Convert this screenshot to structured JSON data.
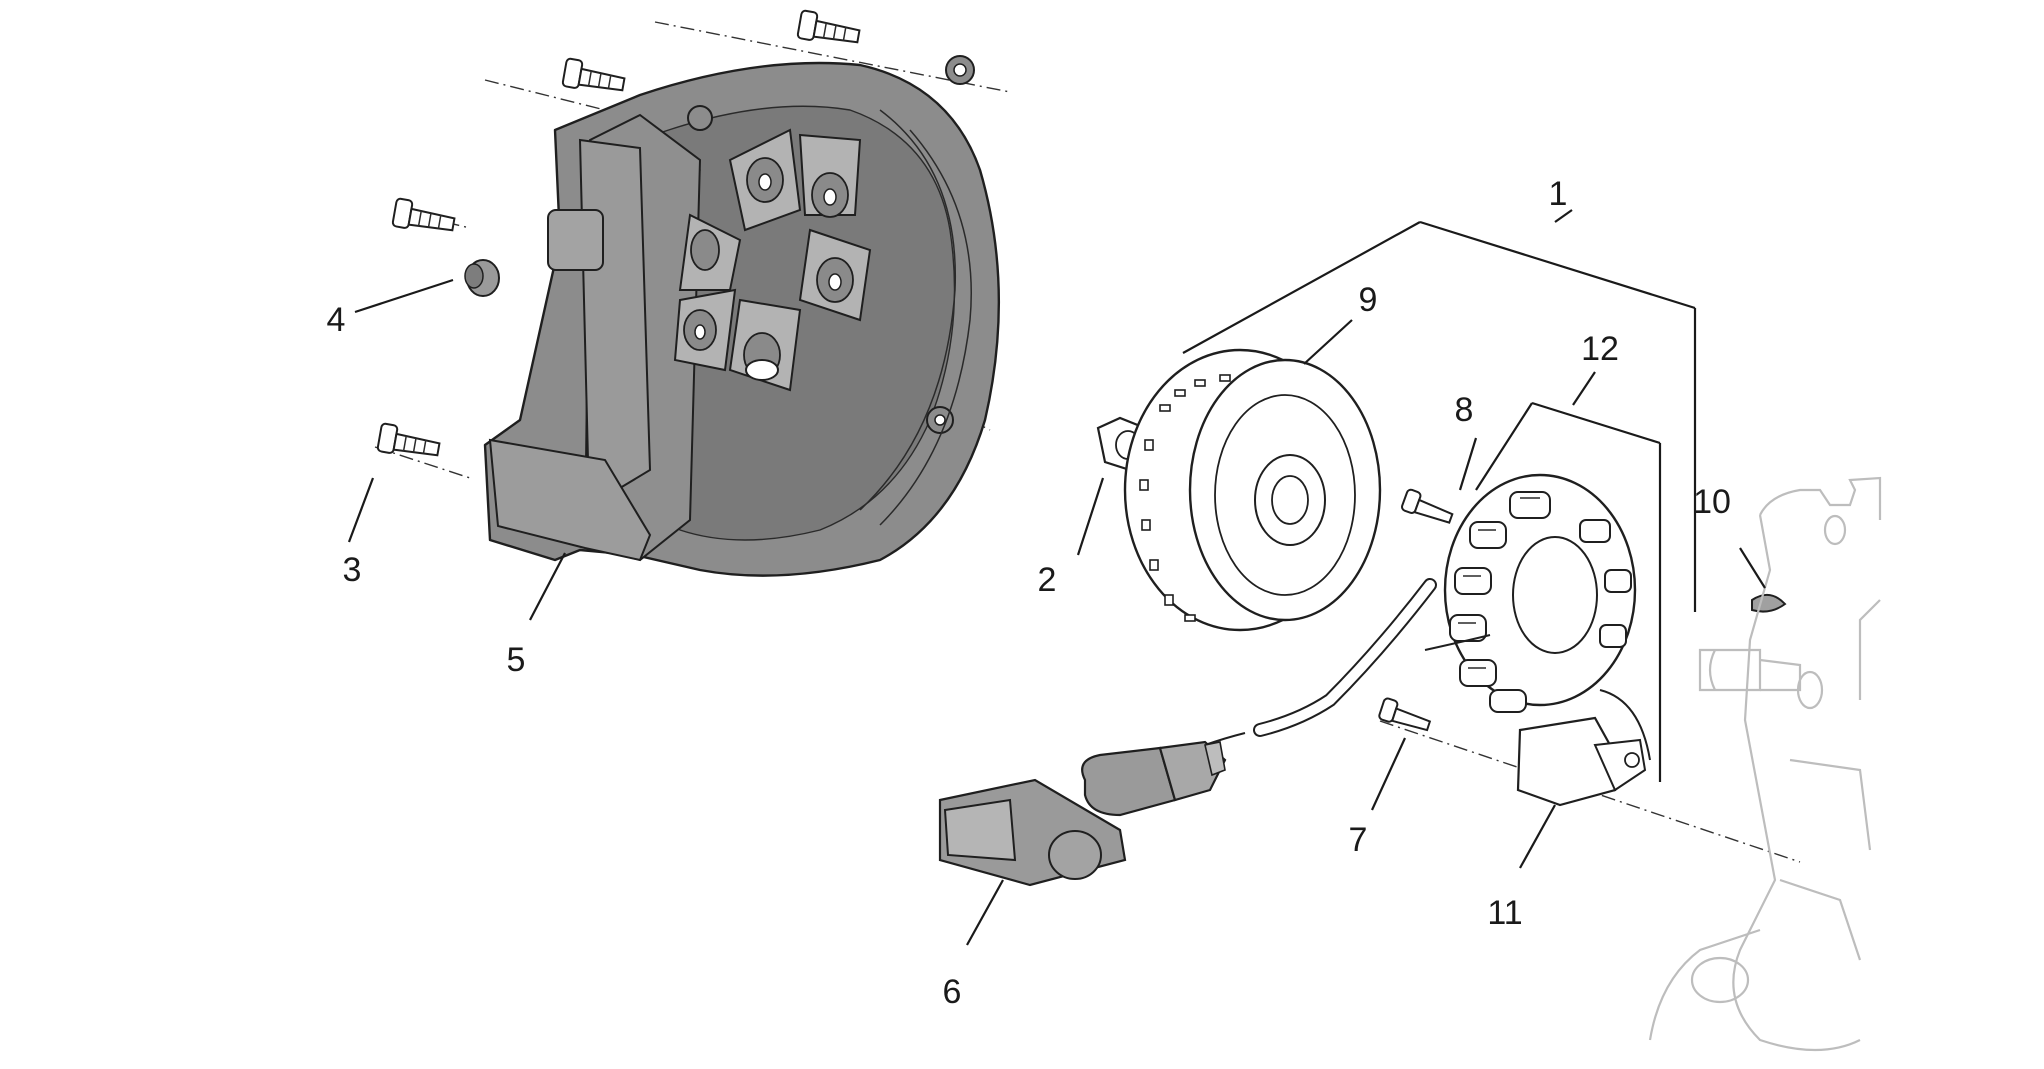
{
  "colors": {
    "background": "#ffffff",
    "line": "#1f1f1f",
    "cover_fill": "#8c8c8c",
    "cover_dark": "#7a7a7a",
    "cover_light": "#b3b3b3",
    "connector_fill": "#9a9a9a",
    "engine_outline": "#bdbdbd"
  },
  "parts": [
    {
      "number": "1",
      "part": "stator-flywheel-kit"
    },
    {
      "number": "2",
      "part": "flywheel-nut"
    },
    {
      "number": "3",
      "part": "cover-screw"
    },
    {
      "number": "4",
      "part": "cover-grommet"
    },
    {
      "number": "5",
      "part": "fan-cover"
    },
    {
      "number": "6",
      "part": "connector-cap"
    },
    {
      "number": "7",
      "part": "pickup-screw"
    },
    {
      "number": "8",
      "part": "stator-screw"
    },
    {
      "number": "9",
      "part": "flywheel"
    },
    {
      "number": "10",
      "part": "woodruff-key"
    },
    {
      "number": "11",
      "part": "pickup-sensor"
    },
    {
      "number": "12",
      "part": "stator"
    }
  ]
}
